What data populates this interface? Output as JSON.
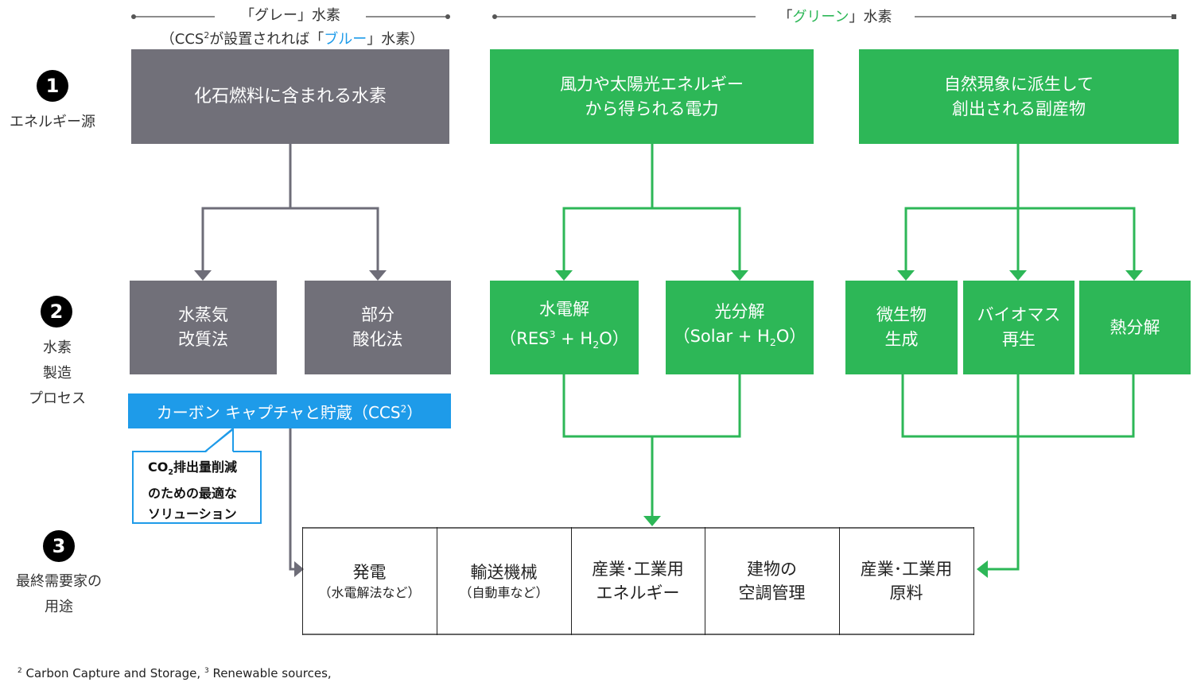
{
  "headers": {
    "gray": {
      "line1": "「グレー」水素",
      "line2_prefix": "（CCS",
      "line2_sup": "2",
      "line2_mid": "が設置されれば「",
      "line2_blue": "ブルー",
      "line2_suffix": "」水素）"
    },
    "green": {
      "prefix": "「",
      "green_word": "グリーン",
      "suffix": "」水素"
    }
  },
  "rows": [
    {
      "number": "1",
      "label": "エネルギー源"
    },
    {
      "number": "2",
      "label_lines": [
        "水素",
        "製造",
        "プロセス"
      ]
    },
    {
      "number": "3",
      "label_lines": [
        "最終需要家の",
        "用途"
      ]
    }
  ],
  "sources": {
    "fossil": "化石燃料に含まれる水素",
    "renewable": [
      "風力や太陽光エネルギー",
      "から得られる電力"
    ],
    "natural": [
      "自然現象に派生して",
      "創出される副産物"
    ]
  },
  "processes": {
    "steam_reforming": [
      "水蒸気",
      "改質法"
    ],
    "partial_oxidation": [
      "部分",
      "酸化法"
    ],
    "electrolysis": {
      "line1": "水電解",
      "line2_a": "（RES",
      "line2_sup": "3",
      "line2_b": " + H",
      "line2_sub": "2",
      "line2_c": "O）"
    },
    "photolysis": {
      "line1": "光分解",
      "line2_a": "（Solar + H",
      "line2_sub": "2",
      "line2_c": "O）"
    },
    "microbial": [
      "微生物",
      "生成"
    ],
    "biomass": [
      "バイオマス",
      "再生"
    ],
    "pyrolysis": [
      "熱分解"
    ]
  },
  "ccs": {
    "label_a": "カーボン キャプチャと貯蔵（CCS",
    "label_sup": "2",
    "label_b": "）",
    "callout_a": "CO",
    "callout_sub": "2",
    "callout_b": "排出量削減",
    "callout_lines": [
      "のための最適な",
      "ソリューション"
    ]
  },
  "end_uses": [
    {
      "main": "発電",
      "sub": "（水電解法など）"
    },
    {
      "main": "輸送機械",
      "sub": "（自動車など）"
    },
    {
      "main_lines": [
        "産業･工業用",
        "エネルギー"
      ]
    },
    {
      "main_lines": [
        "建物の",
        "空調管理"
      ]
    },
    {
      "main_lines": [
        "産業･工業用",
        "原料"
      ]
    }
  ],
  "footnote": {
    "sup2": "2",
    "text2": " Carbon Capture and Storage, ",
    "sup3": "3",
    "text3": " Renewable sources,"
  },
  "colors": {
    "gray": "#717079",
    "green": "#2db757",
    "blue": "#1e9be9",
    "arrow_gray": "#6e6d78"
  }
}
